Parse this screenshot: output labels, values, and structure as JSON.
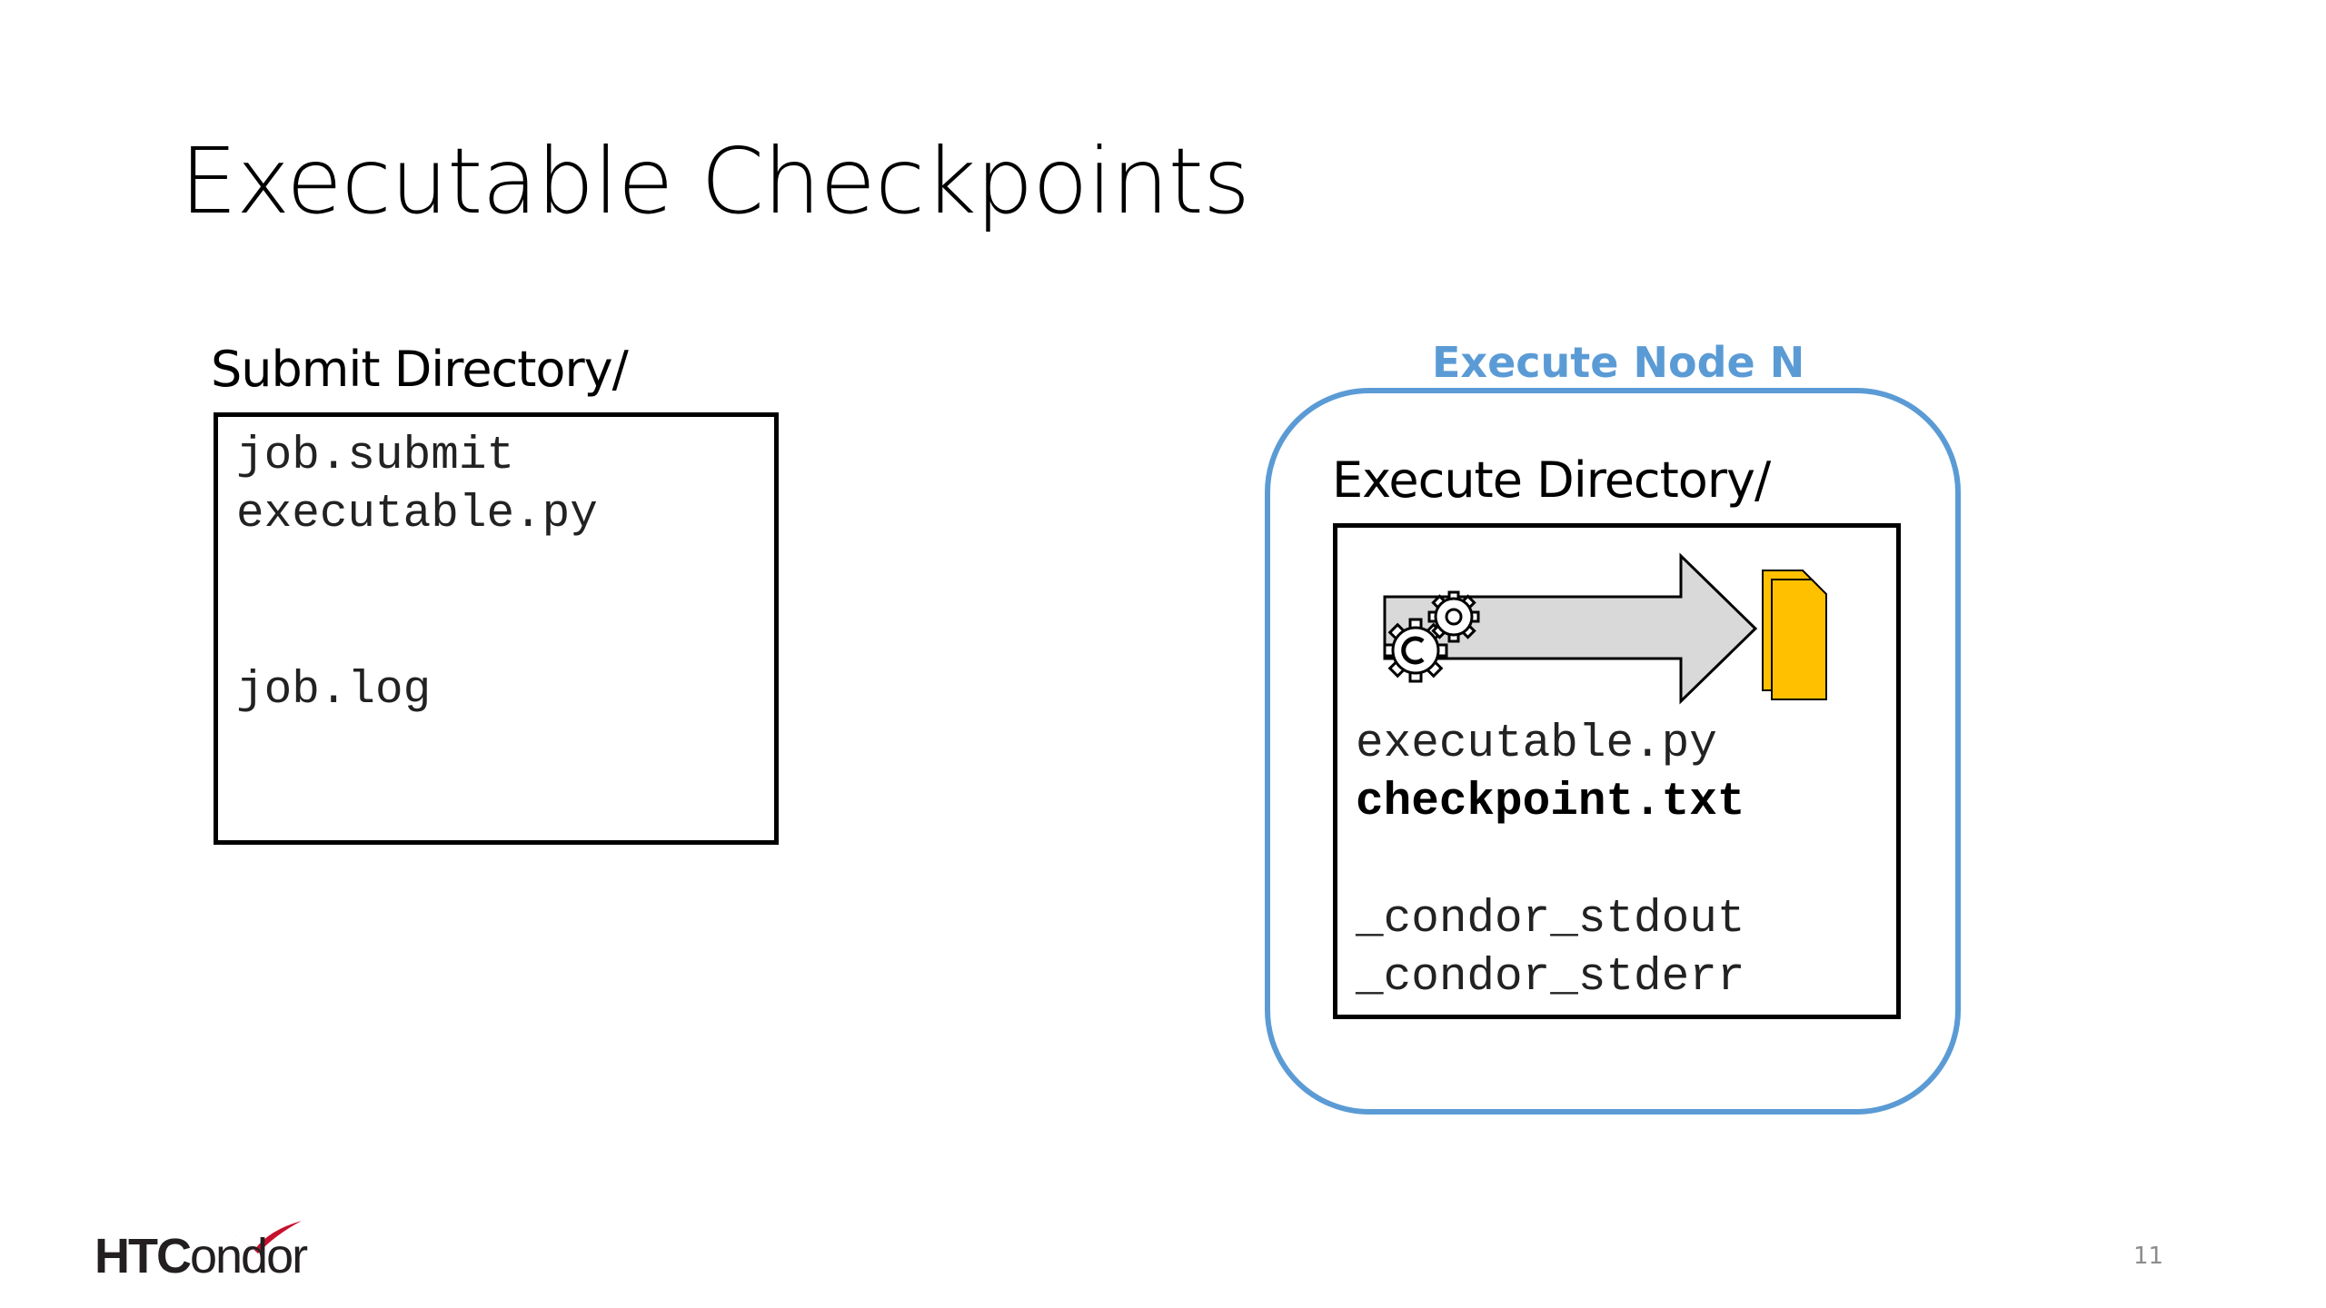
{
  "slide": {
    "title": "Executable Checkpoints",
    "page_number": "11"
  },
  "submit": {
    "label": "Submit Directory/",
    "files": [
      "job.submit",
      "executable.py",
      "job.log"
    ]
  },
  "execute_node": {
    "title": "Execute Node N",
    "directory_label": "Execute Directory/",
    "files": [
      "executable.py",
      "checkpoint.txt",
      "_condor_stdout",
      "_condor_stderr"
    ],
    "bold_file": "checkpoint.txt"
  },
  "icons": {
    "process": "gears-icon",
    "output": "documents-icon"
  },
  "logo": {
    "brand": "HTCondor",
    "part_ht": "HT",
    "part_c": "C",
    "part_ondor": "ondor"
  },
  "colors": {
    "node_border": "#5B9BD5",
    "node_title": "#5B9BD5",
    "document_fill": "#FFC000",
    "arrow_fill": "#D9D9D9",
    "logo_red": "#C8102E"
  }
}
